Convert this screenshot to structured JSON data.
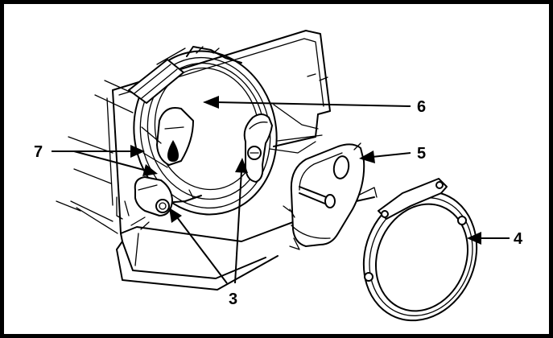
{
  "callouts": {
    "c3": "3",
    "c4": "4",
    "c5": "5",
    "c6": "6",
    "c7": "7"
  },
  "colors": {
    "line": "#000000",
    "background": "#ffffff"
  }
}
